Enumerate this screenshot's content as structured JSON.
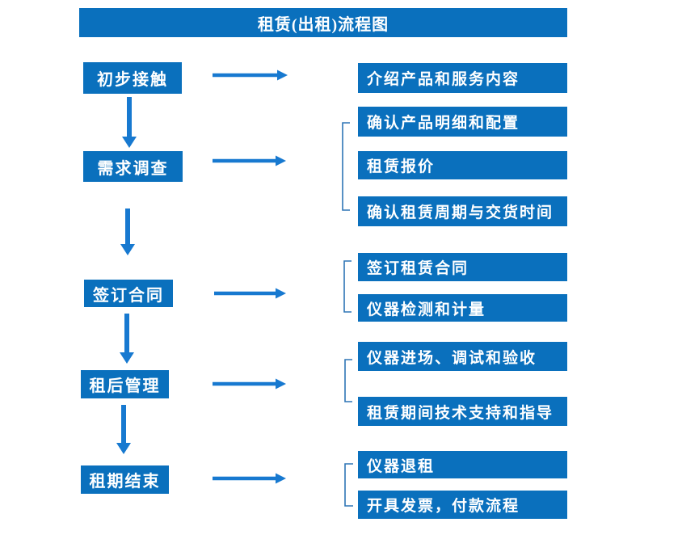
{
  "title": "租赁(出租)流程图",
  "colors": {
    "primary": "#0a70bd",
    "arrow": "#1779d0",
    "bracket": "#2e75b6",
    "text": "#ffffff",
    "background": "#ffffff"
  },
  "stages": [
    {
      "label": "初步接触",
      "outputs": [
        "介绍产品和服务内容"
      ]
    },
    {
      "label": "需求调查",
      "outputs": [
        "确认产品明细和配置",
        "租赁报价",
        "确认租赁周期与交货时间"
      ]
    },
    {
      "label": "签订合同",
      "outputs": [
        "签订租赁合同",
        "仪器检测和计量"
      ]
    },
    {
      "label": "租后管理",
      "outputs": [
        "仪器进场、调试和验收",
        "租赁期间技术支持和指导"
      ]
    },
    {
      "label": "租期结束",
      "outputs": [
        "仪器退租",
        "开具发票，付款流程"
      ]
    }
  ]
}
